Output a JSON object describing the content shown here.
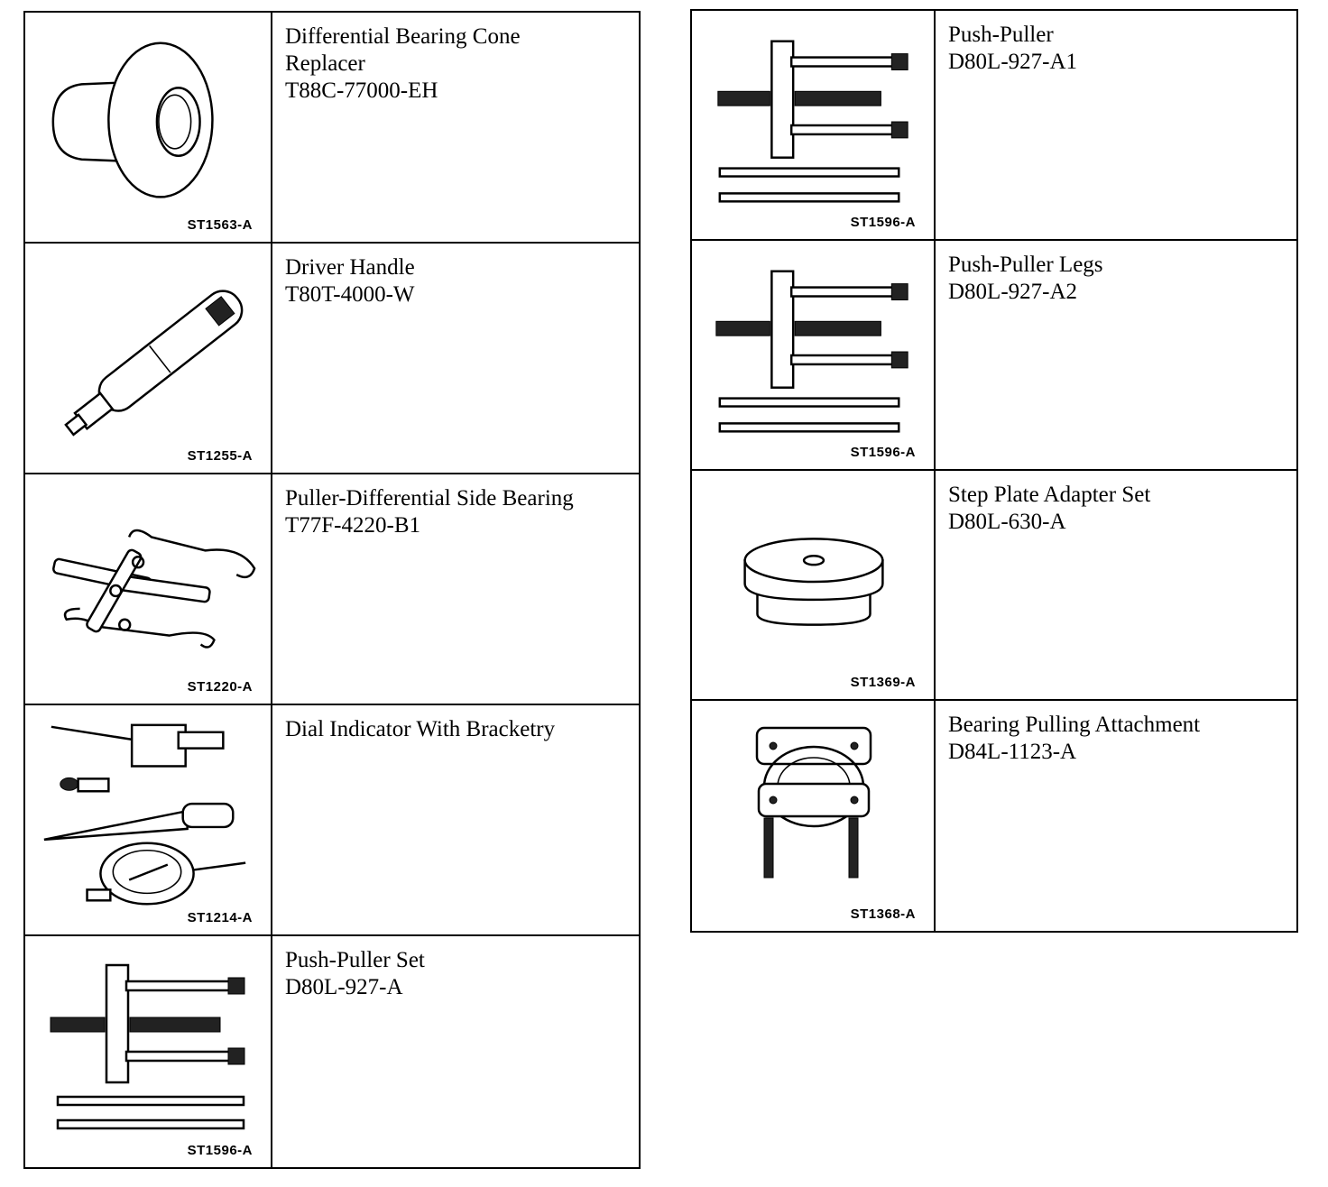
{
  "left_column": [
    {
      "code": "ST1563-A",
      "name_lines": [
        "Differential Bearing Cone",
        "Replacer"
      ],
      "part_number": "T88C-77000-EH",
      "icon": "bearing-cone-replacer-illustration"
    },
    {
      "code": "ST1255-A",
      "name_lines": [
        "Driver Handle"
      ],
      "part_number": "T80T-4000-W",
      "icon": "driver-handle-illustration"
    },
    {
      "code": "ST1220-A",
      "name_lines": [
        "Puller-Differential Side Bearing"
      ],
      "part_number": "T77F-4220-B1",
      "icon": "side-bearing-puller-illustration"
    },
    {
      "code": "ST1214-A",
      "name_lines": [
        "Dial Indicator With Bracketry"
      ],
      "part_number": "",
      "icon": "dial-indicator-illustration"
    },
    {
      "code": "ST1596-A",
      "name_lines": [
        "Push-Puller Set"
      ],
      "part_number": "D80L-927-A",
      "icon": "push-puller-illustration"
    }
  ],
  "right_column": [
    {
      "code": "ST1596-A",
      "name_lines": [
        "Push-Puller"
      ],
      "part_number": "D80L-927-A1",
      "icon": "push-puller-illustration"
    },
    {
      "code": "ST1596-A",
      "name_lines": [
        "Push-Puller Legs"
      ],
      "part_number": "D80L-927-A2",
      "icon": "push-puller-illustration"
    },
    {
      "code": "ST1369-A",
      "name_lines": [
        "Step Plate Adapter Set"
      ],
      "part_number": "D80L-630-A",
      "icon": "step-plate-illustration"
    },
    {
      "code": "ST1368-A",
      "name_lines": [
        "Bearing Pulling Attachment"
      ],
      "part_number": "D84L-1123-A",
      "icon": "bearing-pulling-attachment-illustration"
    }
  ]
}
